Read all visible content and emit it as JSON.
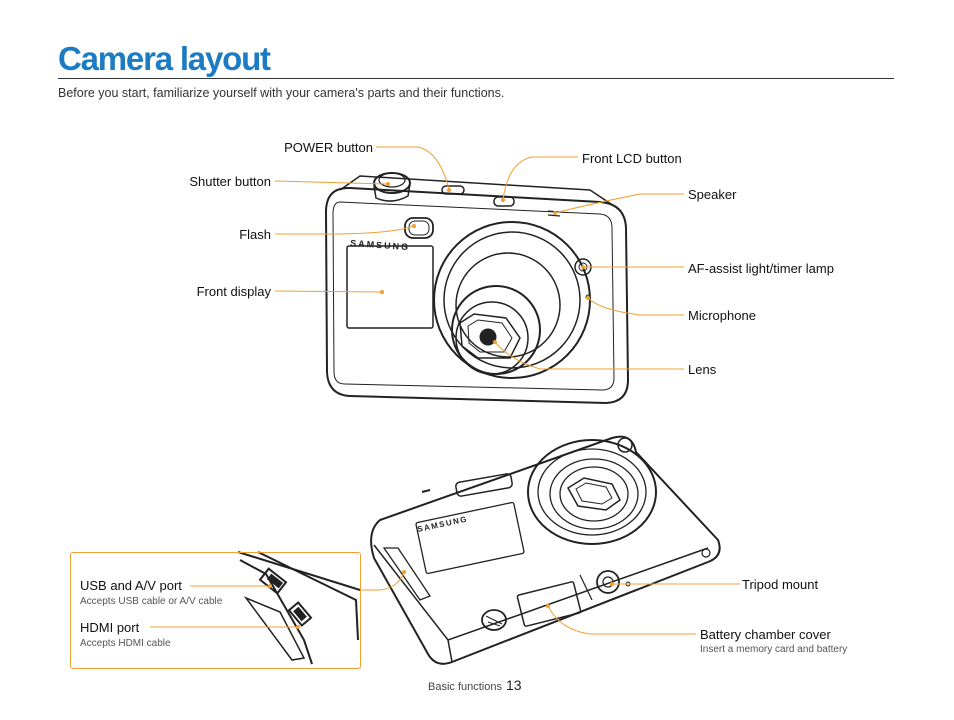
{
  "header": {
    "title": "Camera layout",
    "subtitle": "Before you start, familiarize yourself with your camera's parts and their functions."
  },
  "front_labels": {
    "power_button": "POWER button",
    "shutter_button": "Shutter button",
    "flash": "Flash",
    "front_display": "Front display",
    "front_lcd_button": "Front LCD button",
    "speaker": "Speaker",
    "af_assist": "AF-assist light/timer lamp",
    "microphone": "Microphone",
    "lens": "Lens"
  },
  "camera_branding": {
    "brand": "SAMSUNG"
  },
  "bottom_labels": {
    "usb_port": "USB and A/V port",
    "usb_port_note": "Accepts USB cable or A/V cable",
    "hdmi_port": "HDMI port",
    "hdmi_port_note": "Accepts HDMI cable",
    "tripod_mount": "Tripod mount",
    "battery_cover": "Battery chamber cover",
    "battery_cover_note": "Insert a memory card and battery"
  },
  "footer": {
    "section": "Basic functions",
    "page_number": "13"
  },
  "colors": {
    "title": "#1b7cc4",
    "leader": "#f0a030",
    "outline": "#222222"
  }
}
